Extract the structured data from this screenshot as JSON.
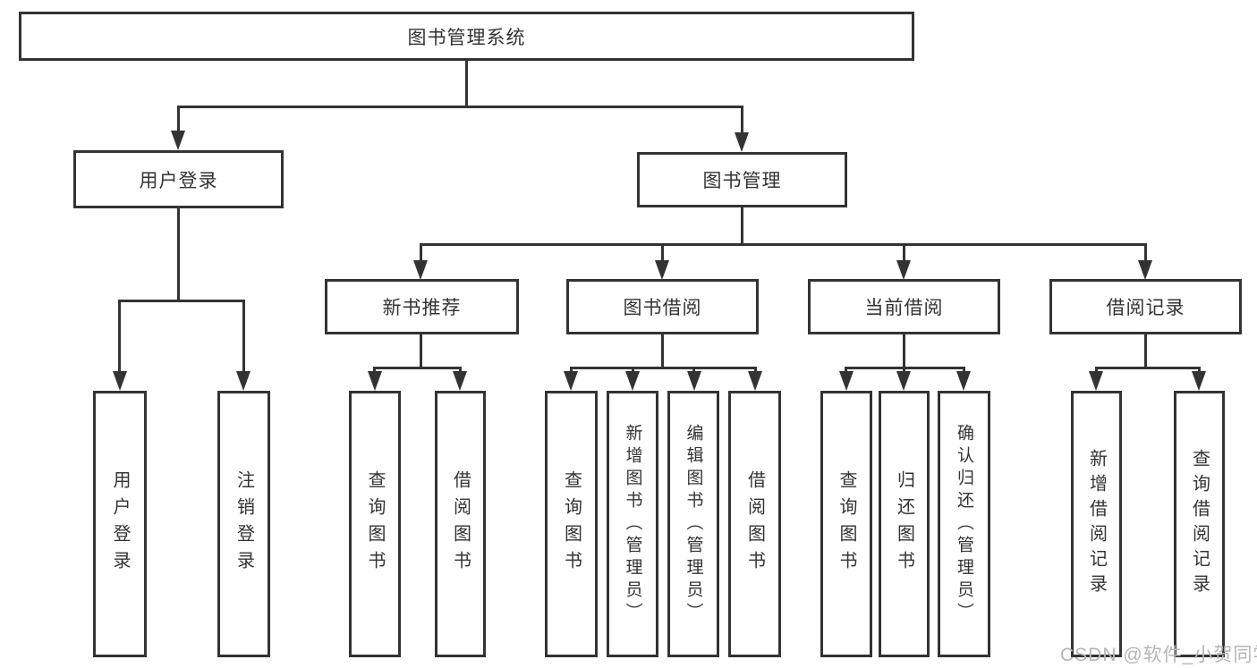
{
  "tree": {
    "root": {
      "label": "图书管理系统"
    },
    "branches": [
      {
        "label": "用户登录",
        "leaves": [
          "用户登录",
          "注销登录"
        ]
      },
      {
        "label": "图书管理",
        "sections": [
          {
            "label": "新书推荐",
            "leaves": [
              "查询图书",
              "借阅图书"
            ]
          },
          {
            "label": "图书借阅",
            "leaves": [
              "查询图书",
              "新增图书（管理员）",
              "编辑图书（管理员）",
              "借阅图书"
            ]
          },
          {
            "label": "当前借阅",
            "leaves": [
              "查询图书",
              "归还图书",
              "确认归还（管理员）"
            ]
          },
          {
            "label": "借阅记录",
            "leaves": [
              "新增借阅记录",
              "查询借阅记录"
            ]
          }
        ]
      }
    ]
  },
  "watermark": {
    "text": "CSDN @软件_小贺同学"
  },
  "colors": {
    "line": "#333333",
    "text": "#333333",
    "watermark": "#b6b6b6",
    "background": "#ffffff"
  }
}
